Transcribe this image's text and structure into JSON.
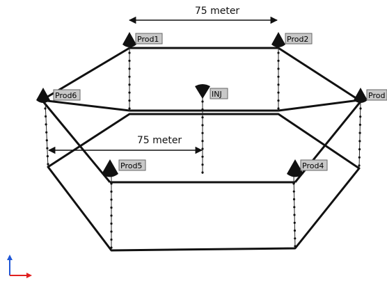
{
  "measurements": {
    "top_distance_label": "75 meter",
    "middle_distance_label": "75 meter"
  },
  "wells": {
    "prod1": "Prod1",
    "prod2": "Prod2",
    "prod3": "Prod",
    "prod4": "Prod4",
    "prod5": "Prod5",
    "prod6": "Prod6",
    "inj": "INJ"
  },
  "colors": {
    "outline": "#111111",
    "label_bg": "#c8c8c8",
    "label_border": "#666666",
    "axis_up": "#1f57d6",
    "axis_right": "#e02020"
  },
  "icons": {
    "well_marker": "cone-marker-icon",
    "injector_marker": "inverted-cone-icon",
    "axis": "axis-triad-icon"
  }
}
